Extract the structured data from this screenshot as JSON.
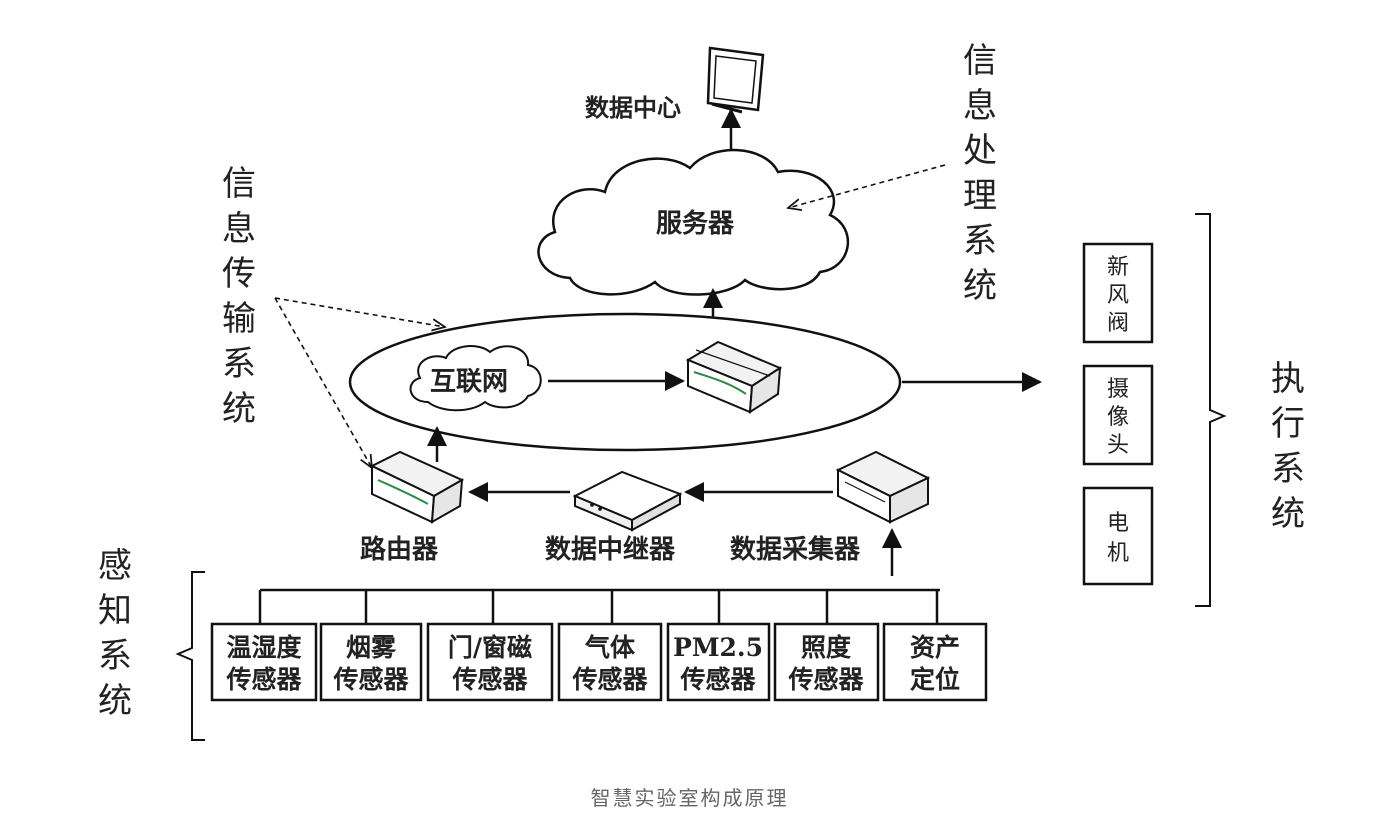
{
  "diagram": {
    "data_center_label": "数据中心",
    "server_label": "服务器",
    "internet_label": "互联网",
    "router_label": "路由器",
    "relay_label": "数据中继器",
    "collector_label": "数据采集器",
    "system_labels": {
      "info_processing": [
        "信",
        "息",
        "处",
        "理",
        "系",
        "统"
      ],
      "info_transmission": [
        "信",
        "息",
        "传",
        "输",
        "系",
        "统"
      ],
      "perception": [
        "感",
        "知",
        "系",
        "统"
      ],
      "execution": [
        "执",
        "行",
        "系",
        "统"
      ]
    },
    "actuators": [
      {
        "chars": [
          "新",
          "风",
          "阀"
        ]
      },
      {
        "chars": [
          "摄",
          "像",
          "头"
        ]
      },
      {
        "chars": [
          "电",
          "机"
        ]
      }
    ],
    "sensors": [
      {
        "line1": "温湿度",
        "line2": "传感器"
      },
      {
        "line1": "烟雾",
        "line2": "传感器"
      },
      {
        "line1": "门/窗磁",
        "line2": "传感器"
      },
      {
        "line1": "气体",
        "line2": "传感器"
      },
      {
        "line1": "PM2.5",
        "line2": "传感器"
      },
      {
        "line1": "照度",
        "line2": "传感器"
      },
      {
        "line1": "资产",
        "line2": "定位"
      }
    ]
  },
  "caption": "智慧实验室构成原理"
}
